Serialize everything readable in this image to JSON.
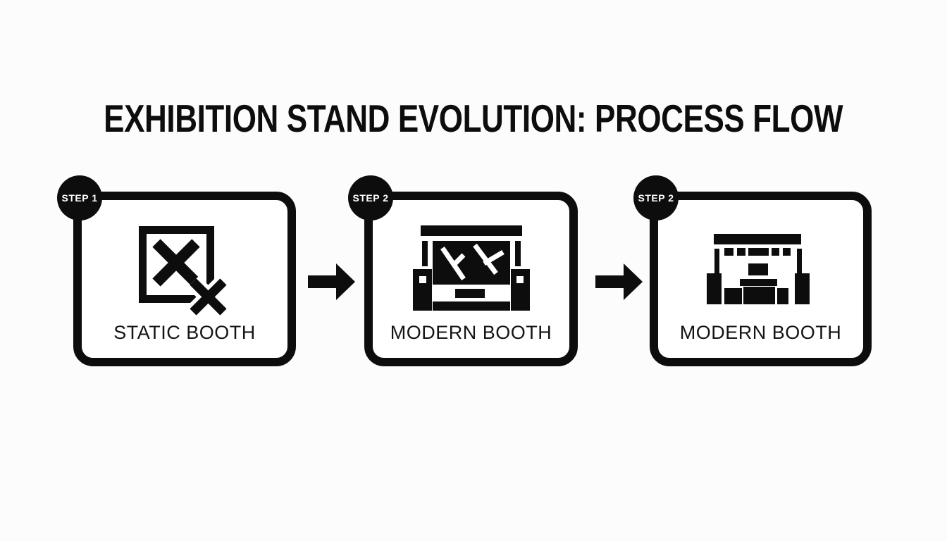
{
  "page": {
    "title": "EXHIBITION STAND EVOLUTION: PROCESS FLOW",
    "background_color": "#fcfcfc",
    "ink_color": "#0d0d0d"
  },
  "steps": [
    {
      "badge": "STEP 1",
      "label": "STATIC BOOTH",
      "icon": "crossed-out-booth-icon"
    },
    {
      "badge": "STEP 2",
      "label": "MODERN BOOTH",
      "icon": "display-screen-booth-icon"
    },
    {
      "badge": "STEP 2",
      "label": "MODERN BOOTH",
      "icon": "stage-booth-icon"
    }
  ],
  "connectors": [
    {
      "icon": "arrow-right-icon"
    },
    {
      "icon": "arrow-right-icon"
    }
  ]
}
